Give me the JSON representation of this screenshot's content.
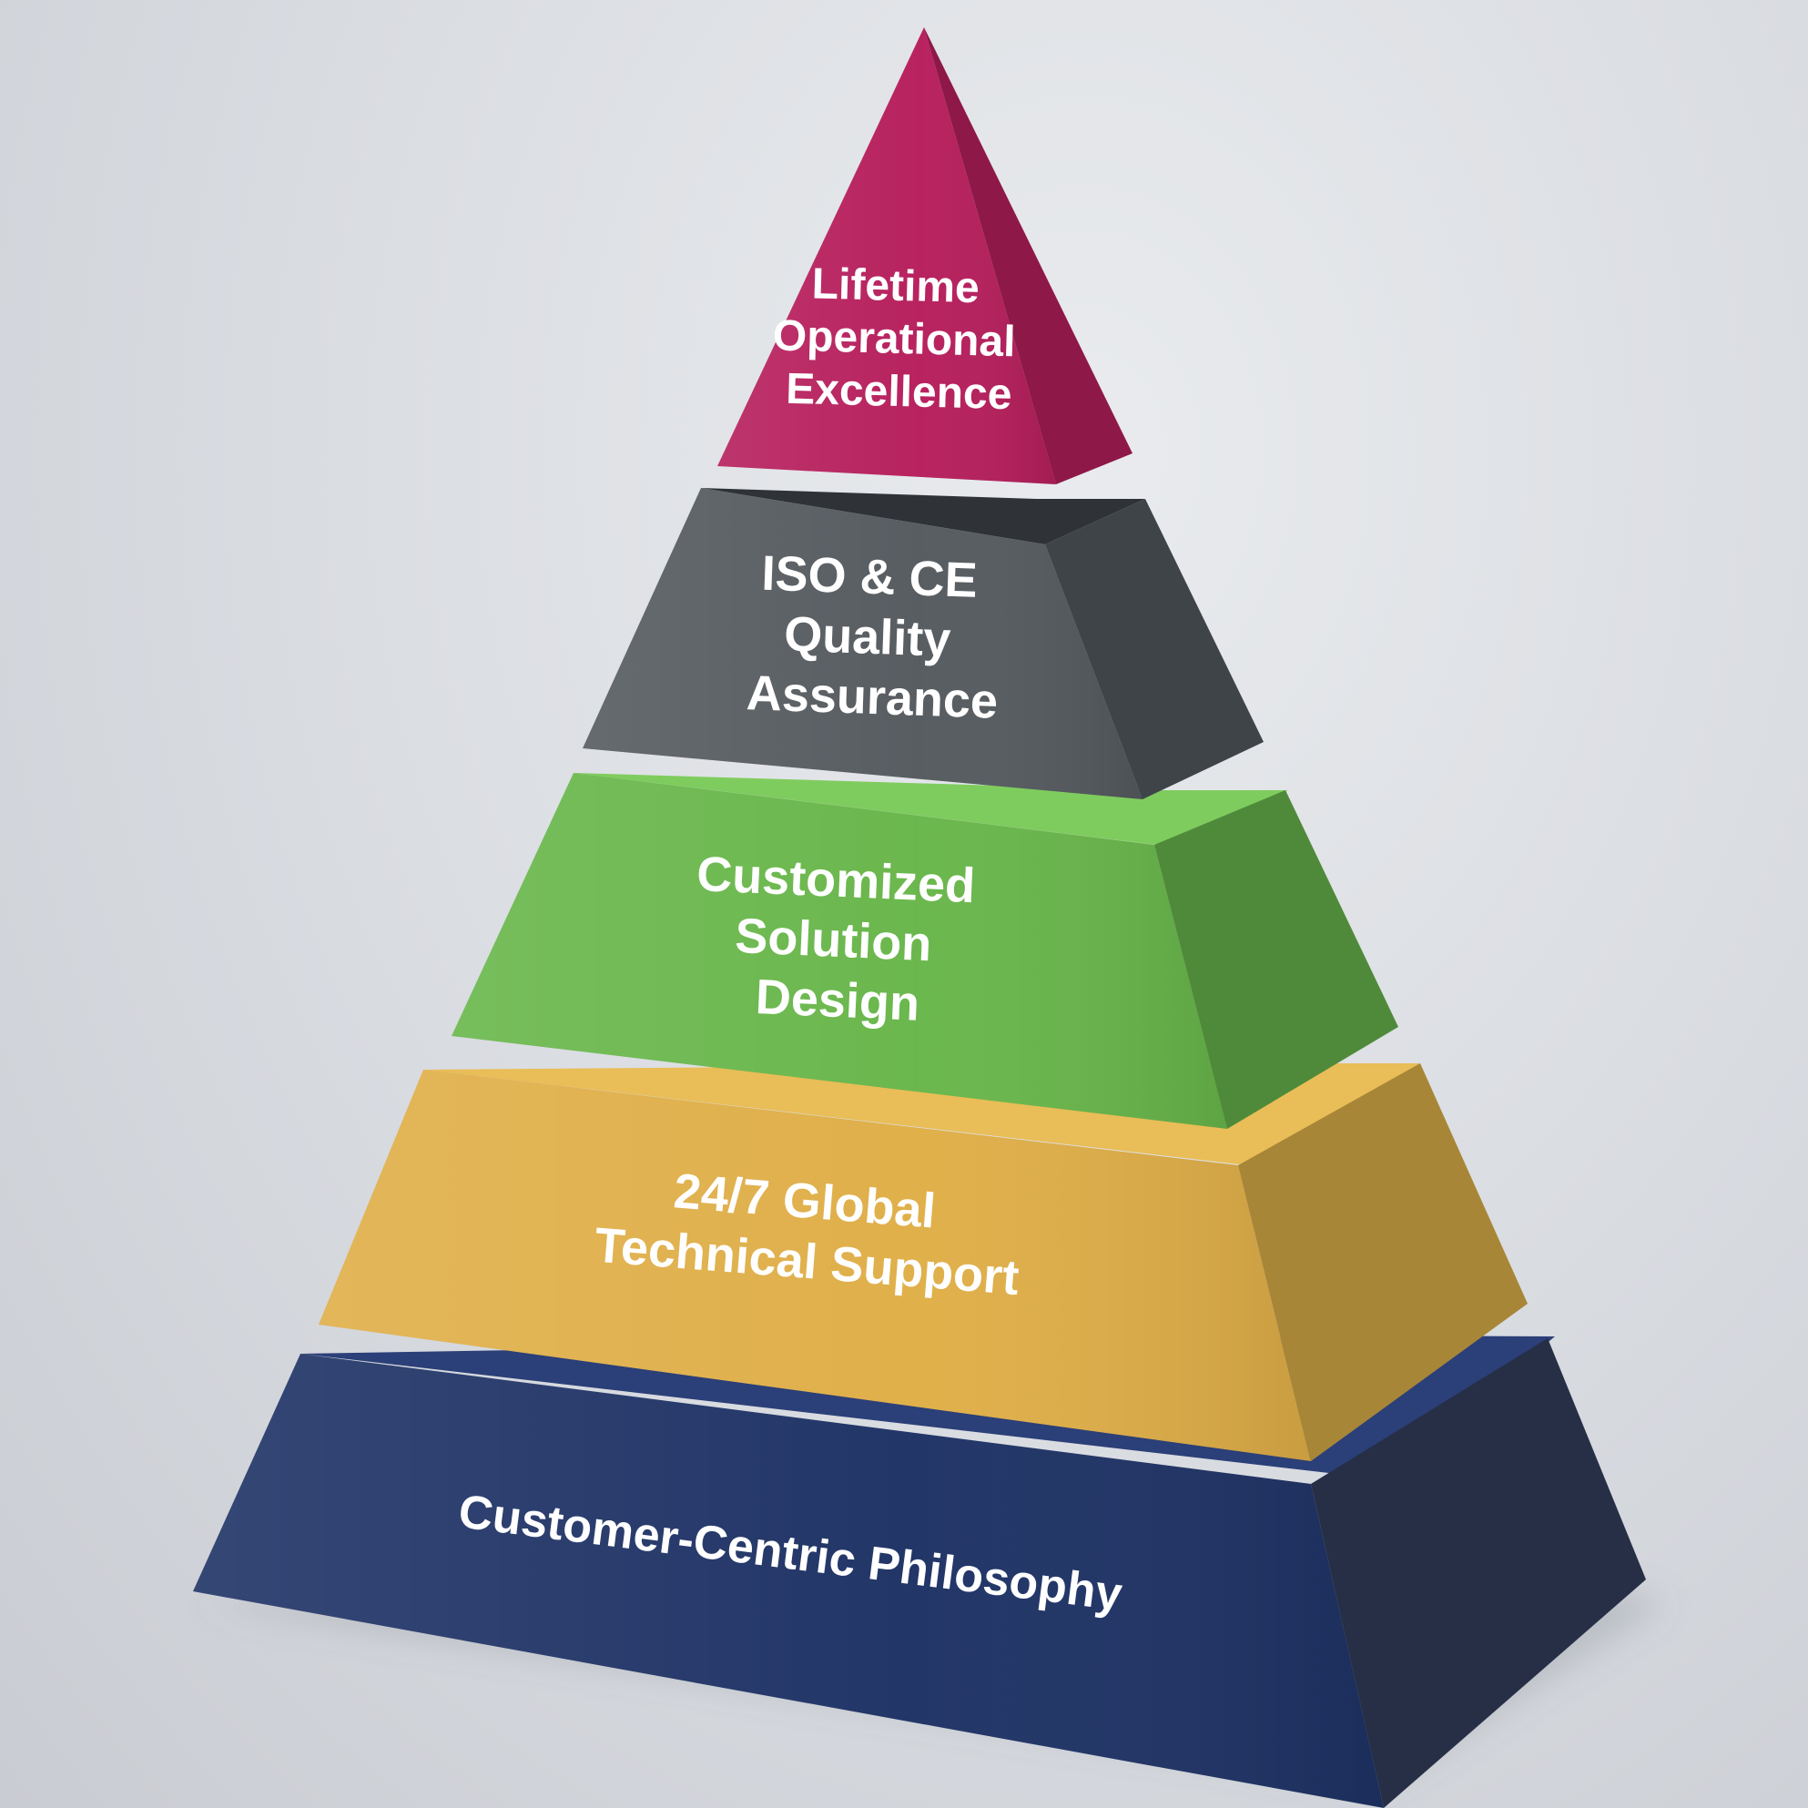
{
  "diagram": {
    "type": "pyramid",
    "tiers": [
      {
        "id": "tier-5",
        "level": 5,
        "lines": [
          "Lifetime",
          "Operational",
          "Excellence"
        ],
        "colors": {
          "front": "#b61e5c",
          "side": "#8e1848",
          "top": "#c93f77"
        }
      },
      {
        "id": "tier-4",
        "level": 4,
        "lines": [
          "ISO & CE",
          "Quality",
          "Assurance"
        ],
        "colors": {
          "front": "#555a5f",
          "side": "#3f4449",
          "top": "#2f3338"
        }
      },
      {
        "id": "tier-3",
        "level": 3,
        "lines": [
          "Customized",
          "Solution",
          "Design"
        ],
        "colors": {
          "front": "#68b64a",
          "side": "#4f8a3b",
          "top": "#7fcc5e"
        }
      },
      {
        "id": "tier-2",
        "level": 2,
        "lines": [
          "24/7 Global",
          "Technical Support"
        ],
        "colors": {
          "front": "#dfae47",
          "side": "#a78638",
          "top": "#e9bd57"
        }
      },
      {
        "id": "tier-1",
        "level": 1,
        "lines": [
          "Customer-Centric Philosophy"
        ],
        "colors": {
          "front": "#1e3265",
          "side": "#262f46",
          "top": "#2b3f78"
        }
      }
    ]
  }
}
